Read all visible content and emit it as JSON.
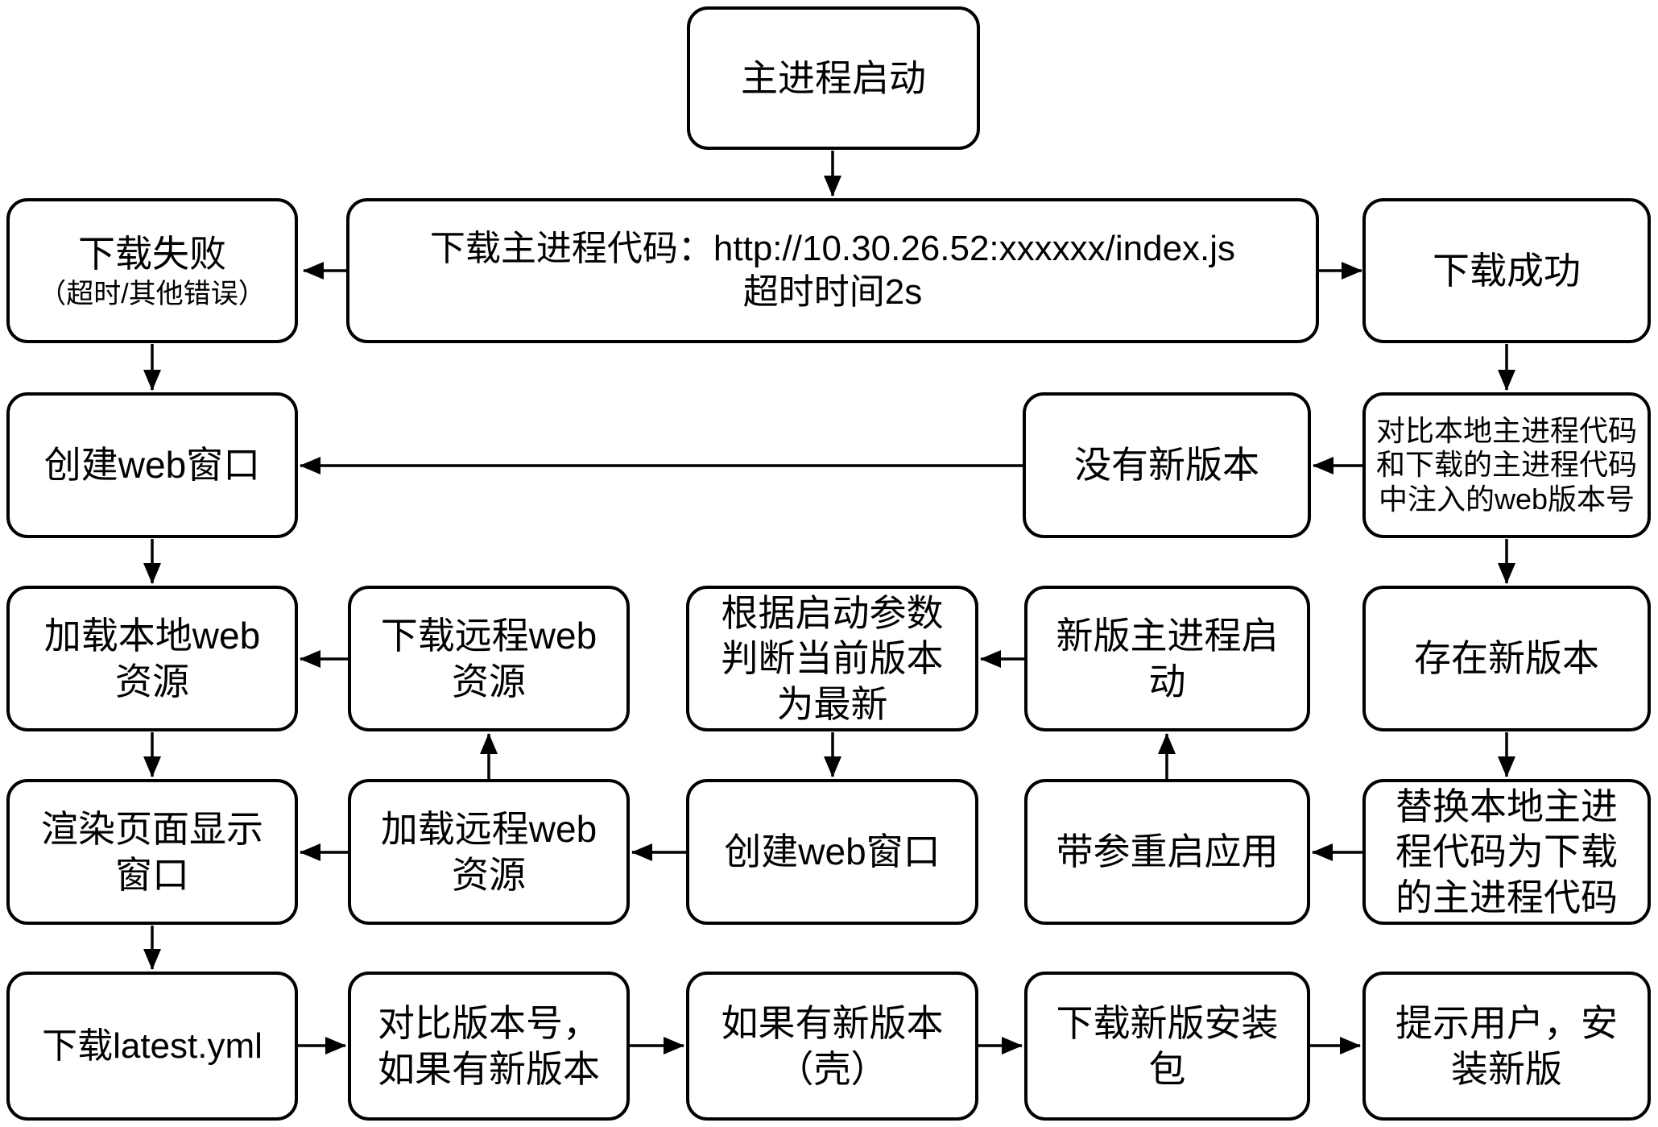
{
  "diagram": {
    "type": "flowchart",
    "colors": {
      "stroke": "#000000",
      "background": "#ffffff",
      "text": "#000000"
    },
    "nodes": [
      {
        "id": "main-process-start",
        "label": "主进程启动"
      },
      {
        "id": "download-failed",
        "label": "下载失败",
        "sublabel": "（超时/其他错误）"
      },
      {
        "id": "download-main-code",
        "label": "下载主进程代码：http://10.30.26.52:xxxxxx/index.js\n超时时间2s"
      },
      {
        "id": "download-success",
        "label": "下载成功"
      },
      {
        "id": "create-web-window",
        "label": "创建web窗口"
      },
      {
        "id": "no-new-version",
        "label": "没有新版本"
      },
      {
        "id": "compare-web-version",
        "label": "对比本地主进程代码\n和下载的主进程代码\n中注入的web版本号"
      },
      {
        "id": "load-local-web-resources",
        "label": "加载本地web\n资源"
      },
      {
        "id": "download-remote-web-resources",
        "label": "下载远程web\n资源"
      },
      {
        "id": "judge-current-version-latest",
        "label": "根据启动参数\n判断当前版本\n为最新"
      },
      {
        "id": "new-main-process-start",
        "label": "新版主进程启\n动"
      },
      {
        "id": "new-version-exists",
        "label": "存在新版本"
      },
      {
        "id": "render-page-window",
        "label": "渲染页面显示\n窗口"
      },
      {
        "id": "load-remote-web-resources",
        "label": "加载远程web\n资源"
      },
      {
        "id": "create-web-window-2",
        "label": "创建web窗口"
      },
      {
        "id": "restart-with-args",
        "label": "带参重启应用"
      },
      {
        "id": "replace-local-main-code",
        "label": "替换本地主进\n程代码为下载\n的主进程代码"
      },
      {
        "id": "download-latest-yml",
        "label": "下载latest.yml"
      },
      {
        "id": "compare-version-number",
        "label": "对比版本号，\n如果有新版本"
      },
      {
        "id": "new-shell-version",
        "label": "如果有新版本\n（壳）"
      },
      {
        "id": "download-installer",
        "label": "下载新版安装\n包"
      },
      {
        "id": "prompt-user-install",
        "label": "提示用户，安\n装新版"
      }
    ],
    "edges": [
      "主进程启动 → 下载主进程代码",
      "下载主进程代码 → 下载失败",
      "下载主进程代码 → 下载成功",
      "下载失败 → 创建web窗口",
      "下载成功 → 对比本地主进程代码和下载的主进程代码中注入的web版本号",
      "对比web版本号 → 没有新版本",
      "没有新版本 → 创建web窗口",
      "对比web版本号 → 存在新版本",
      "创建web窗口 → 加载本地web资源",
      "下载远程web资源 → 加载本地web资源",
      "加载本地web资源 → 渲染页面显示窗口",
      "加载远程web资源 → 下载远程web资源",
      "加载远程web资源 → 渲染页面显示窗口",
      "新版主进程启动 → 根据启动参数判断当前版本为最新",
      "根据启动参数判断当前版本为最新 → 创建web窗口(2)",
      "创建web窗口(2) → 加载远程web资源",
      "带参重启应用 → 新版主进程启动",
      "替换本地主进程代码为下载的主进程代码 → 带参重启应用",
      "存在新版本 → 替换本地主进程代码为下载的主进程代码",
      "渲染页面显示窗口 → 下载latest.yml",
      "下载latest.yml → 对比版本号，如果有新版本",
      "对比版本号，如果有新版本 → 如果有新版本（壳）",
      "如果有新版本（壳） → 下载新版安装包",
      "下载新版安装包 → 提示用户，安装新版"
    ]
  }
}
